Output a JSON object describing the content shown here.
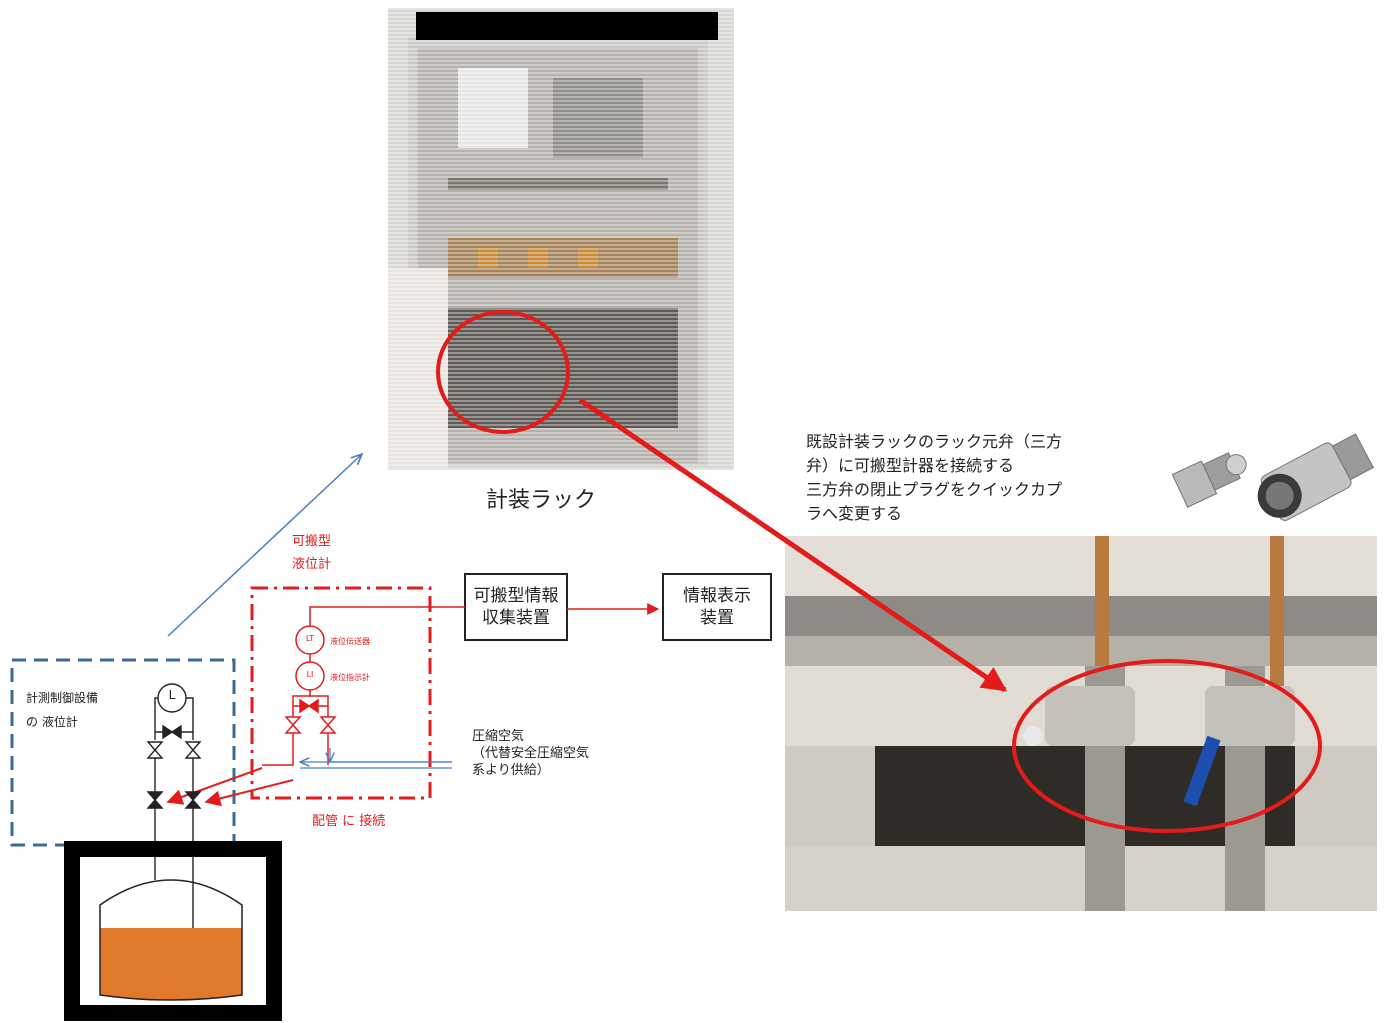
{
  "rack_label": "計装ラック",
  "portable_level_label": "可搬型\n液位計",
  "collector_label": "可搬型情報\n収集装置",
  "display_label": "情報表示\n装置",
  "existing_level_label": "計測制御設備\nの 液位計",
  "piping_label": "配管 に 接続",
  "compressed_air_label": "圧縮空気\n（代替安全圧縮空気\n系より供給）",
  "rack_valve_note": "既設計装ラックのラック元弁（三方\n弁）に可搬型計器を接続する\n三方弁の閉止プラグをクイックカプ\nラへ変更する",
  "instrument_symbols": {
    "level_indicator": "L",
    "level_transmitter": "LT",
    "level_indicator_portable": "LI"
  },
  "colors": {
    "red": "#e31b1b",
    "blue_dash": "#3a6a99",
    "blue_arrow": "#4a7fc0",
    "liquid": "#e07a2a"
  }
}
